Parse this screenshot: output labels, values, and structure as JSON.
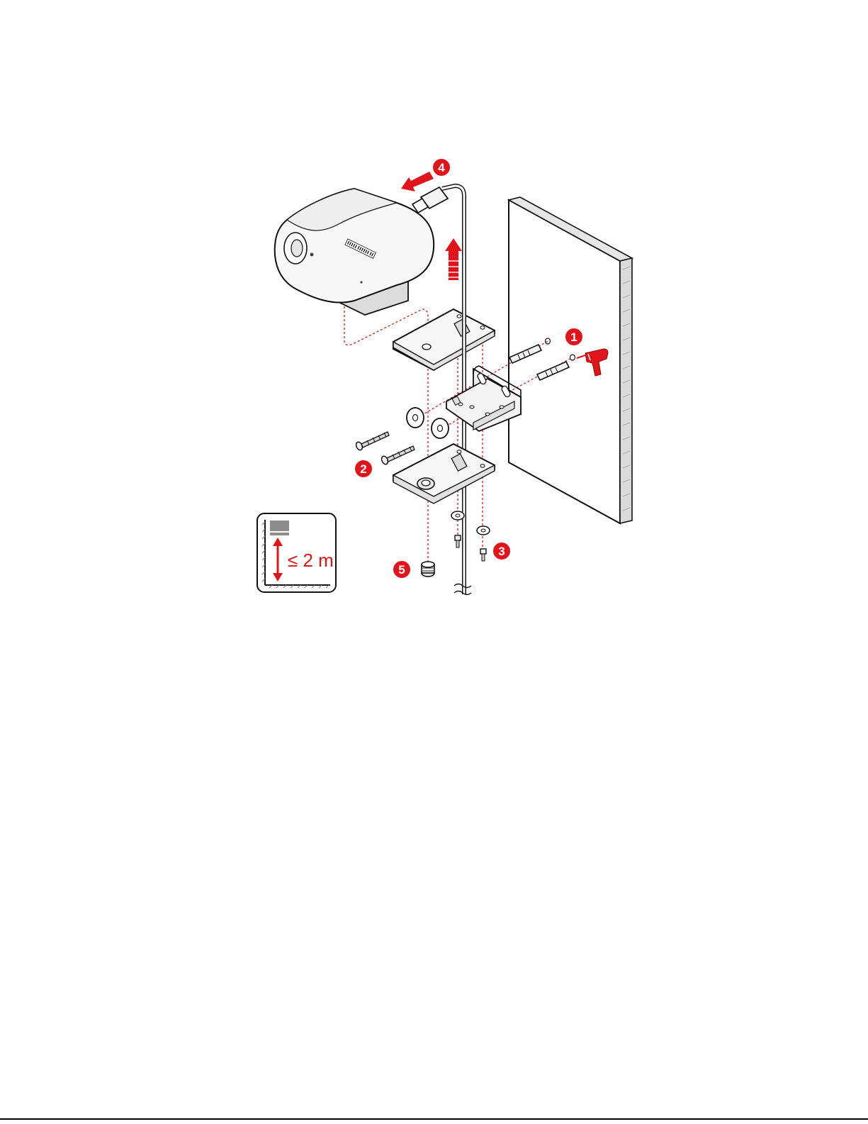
{
  "colors": {
    "accent_red": "#e1141c",
    "outline": "#111111",
    "part_fill": "#f4f4f4",
    "icon_gray": "#8c8c8c"
  },
  "callouts": [
    {
      "id": "1",
      "label": "1"
    },
    {
      "id": "2",
      "label": "2"
    },
    {
      "id": "3",
      "label": "3"
    },
    {
      "id": "4",
      "label": "4"
    },
    {
      "id": "5",
      "label": "5"
    }
  ],
  "height_note": {
    "label": "≤ 2 m",
    "icon": "monitor-height-icon"
  },
  "icons": [
    "webcam-icon",
    "wall-icon",
    "drill-icon",
    "wall-anchor-icon",
    "screw-icon",
    "washer-icon",
    "bracket-icon",
    "usb-c-cable-icon",
    "arrow-icon"
  ]
}
